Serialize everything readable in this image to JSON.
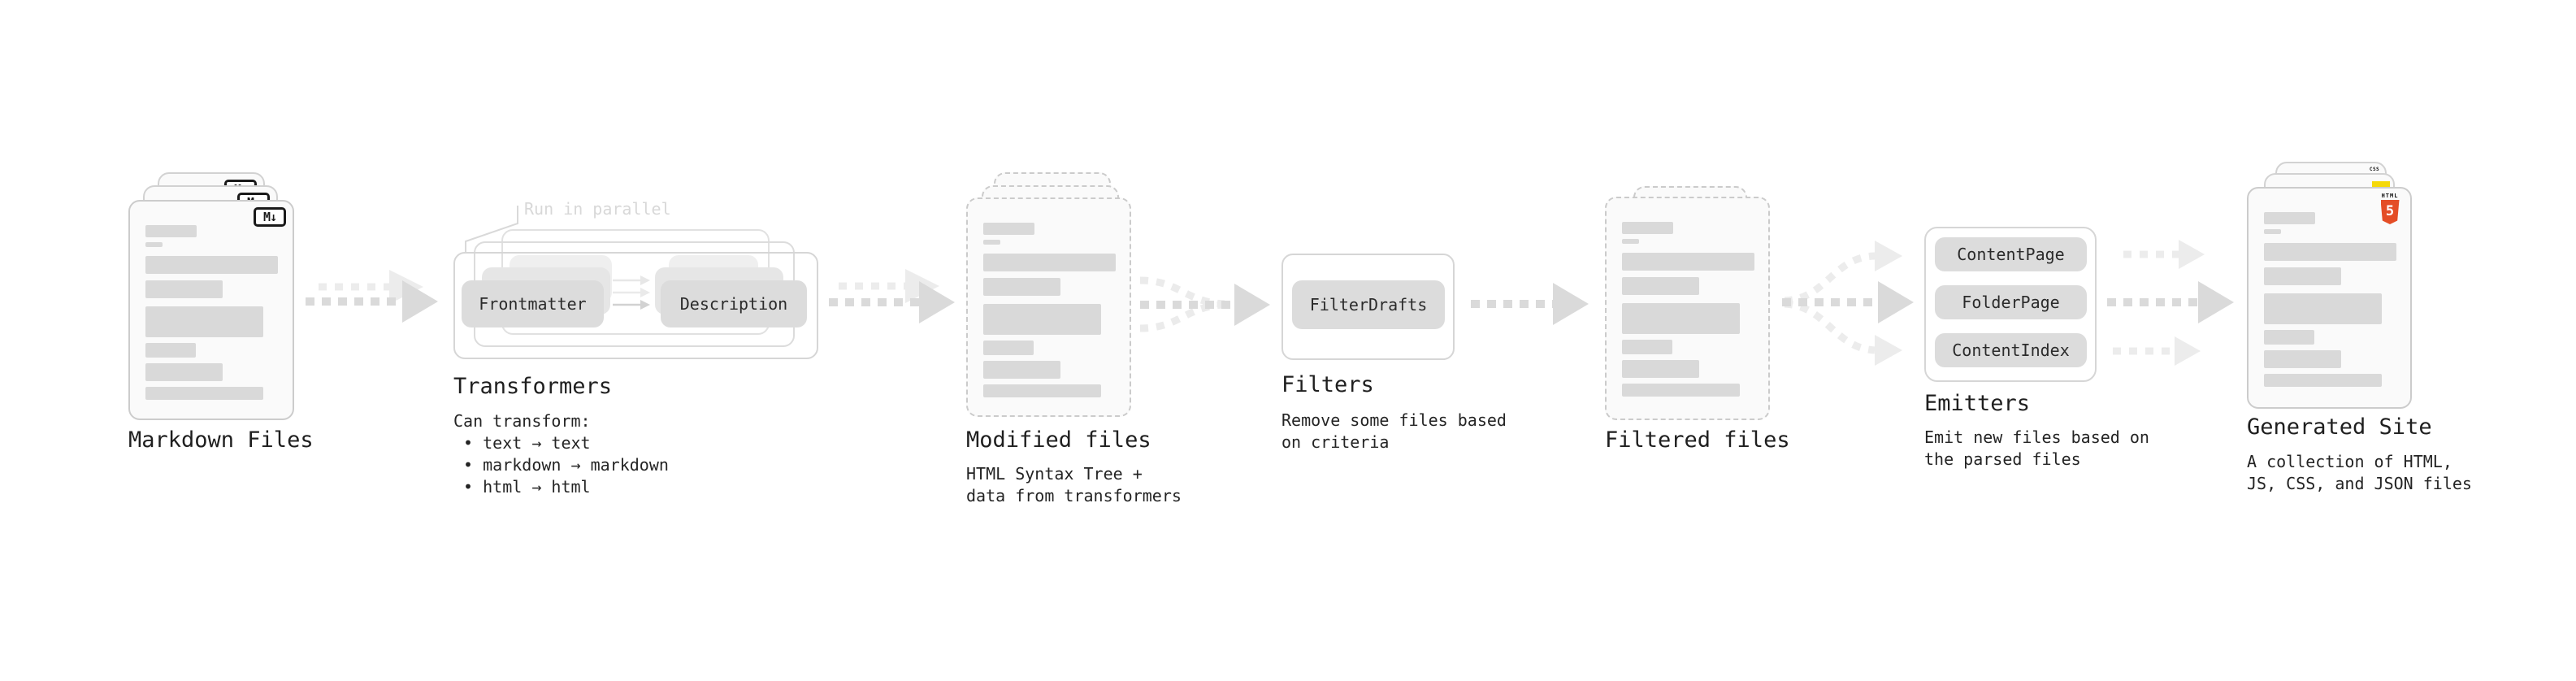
{
  "stages": {
    "markdown_files": {
      "title": "Markdown Files",
      "badge": "M↓"
    },
    "transformers": {
      "title": "Transformers",
      "note": "Run in parallel",
      "pill_left": "Frontmatter",
      "pill_right": "Description",
      "description": "Can transform:\n • text → text\n • markdown → markdown\n • html → html"
    },
    "modified_files": {
      "title": "Modified files",
      "description": "HTML Syntax Tree +\ndata from transformers"
    },
    "filters": {
      "title": "Filters",
      "pill": "FilterDrafts",
      "description": "Remove some files based\non criteria"
    },
    "filtered_files": {
      "title": "Filtered files"
    },
    "emitters": {
      "title": "Emitters",
      "pills": [
        "ContentPage",
        "FolderPage",
        "ContentIndex"
      ],
      "description": "Emit new files based on\nthe parsed files"
    },
    "generated_site": {
      "title": "Generated Site",
      "description": "A collection of HTML,\nJS, CSS, and JSON files",
      "badge_html_label": "HTML",
      "badge_html_number": "5",
      "badge_css_label": "CSS"
    }
  },
  "colors": {
    "background": "#ffffff",
    "doc_fill": "#fafafa",
    "doc_border": "#cccccc",
    "placeholder_bar": "#d9d9d9",
    "pill_fill": "#dcdcdc",
    "arrow_main": "#dadada",
    "arrow_faint": "#ececec",
    "text": "#242424",
    "note_text": "#d8d8d8",
    "html5_orange": "#e44d26",
    "js_yellow": "#f5d90a",
    "css_blue": "#2b6bf3",
    "md_badge_border": "#1a1a1a"
  }
}
